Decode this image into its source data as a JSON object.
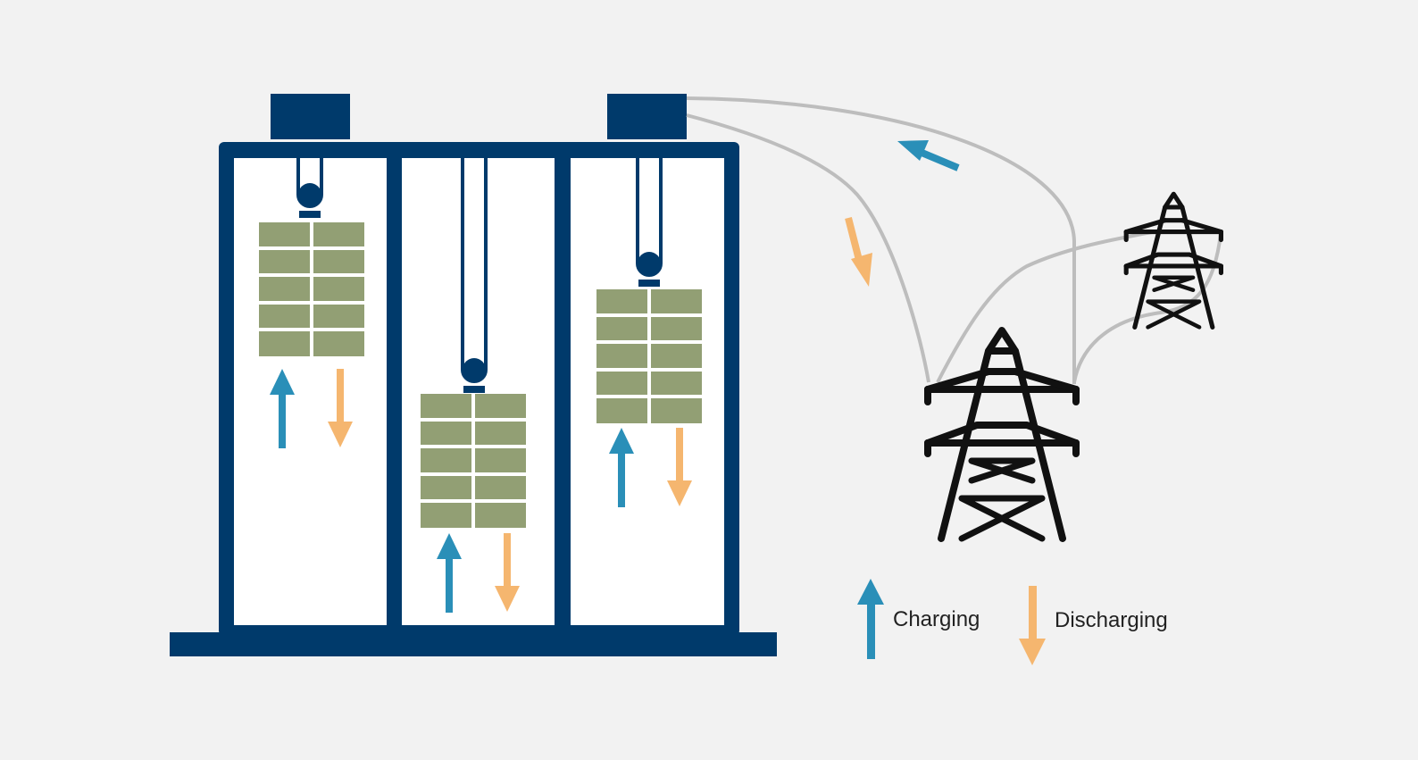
{
  "legend": {
    "charging_label": "Charging",
    "discharging_label": "Discharging"
  },
  "colors": {
    "background": "#f2f2f2",
    "structure": "#003a6b",
    "shaft": "#ffffff",
    "weight_block": "#929f74",
    "charging": "#2a8fb8",
    "discharging": "#f5b66f",
    "cable": "#bdbdbd",
    "pylon": "#111111"
  },
  "shafts": [
    {
      "name": "shaft-left",
      "weight_position": "top"
    },
    {
      "name": "shaft-middle",
      "weight_position": "bottom"
    },
    {
      "name": "shaft-right",
      "weight_position": "middle"
    }
  ],
  "icons": [
    "pulley-icon",
    "weight-block-icon",
    "transmission-pylon-icon",
    "charging-arrow-icon",
    "discharging-arrow-icon"
  ]
}
